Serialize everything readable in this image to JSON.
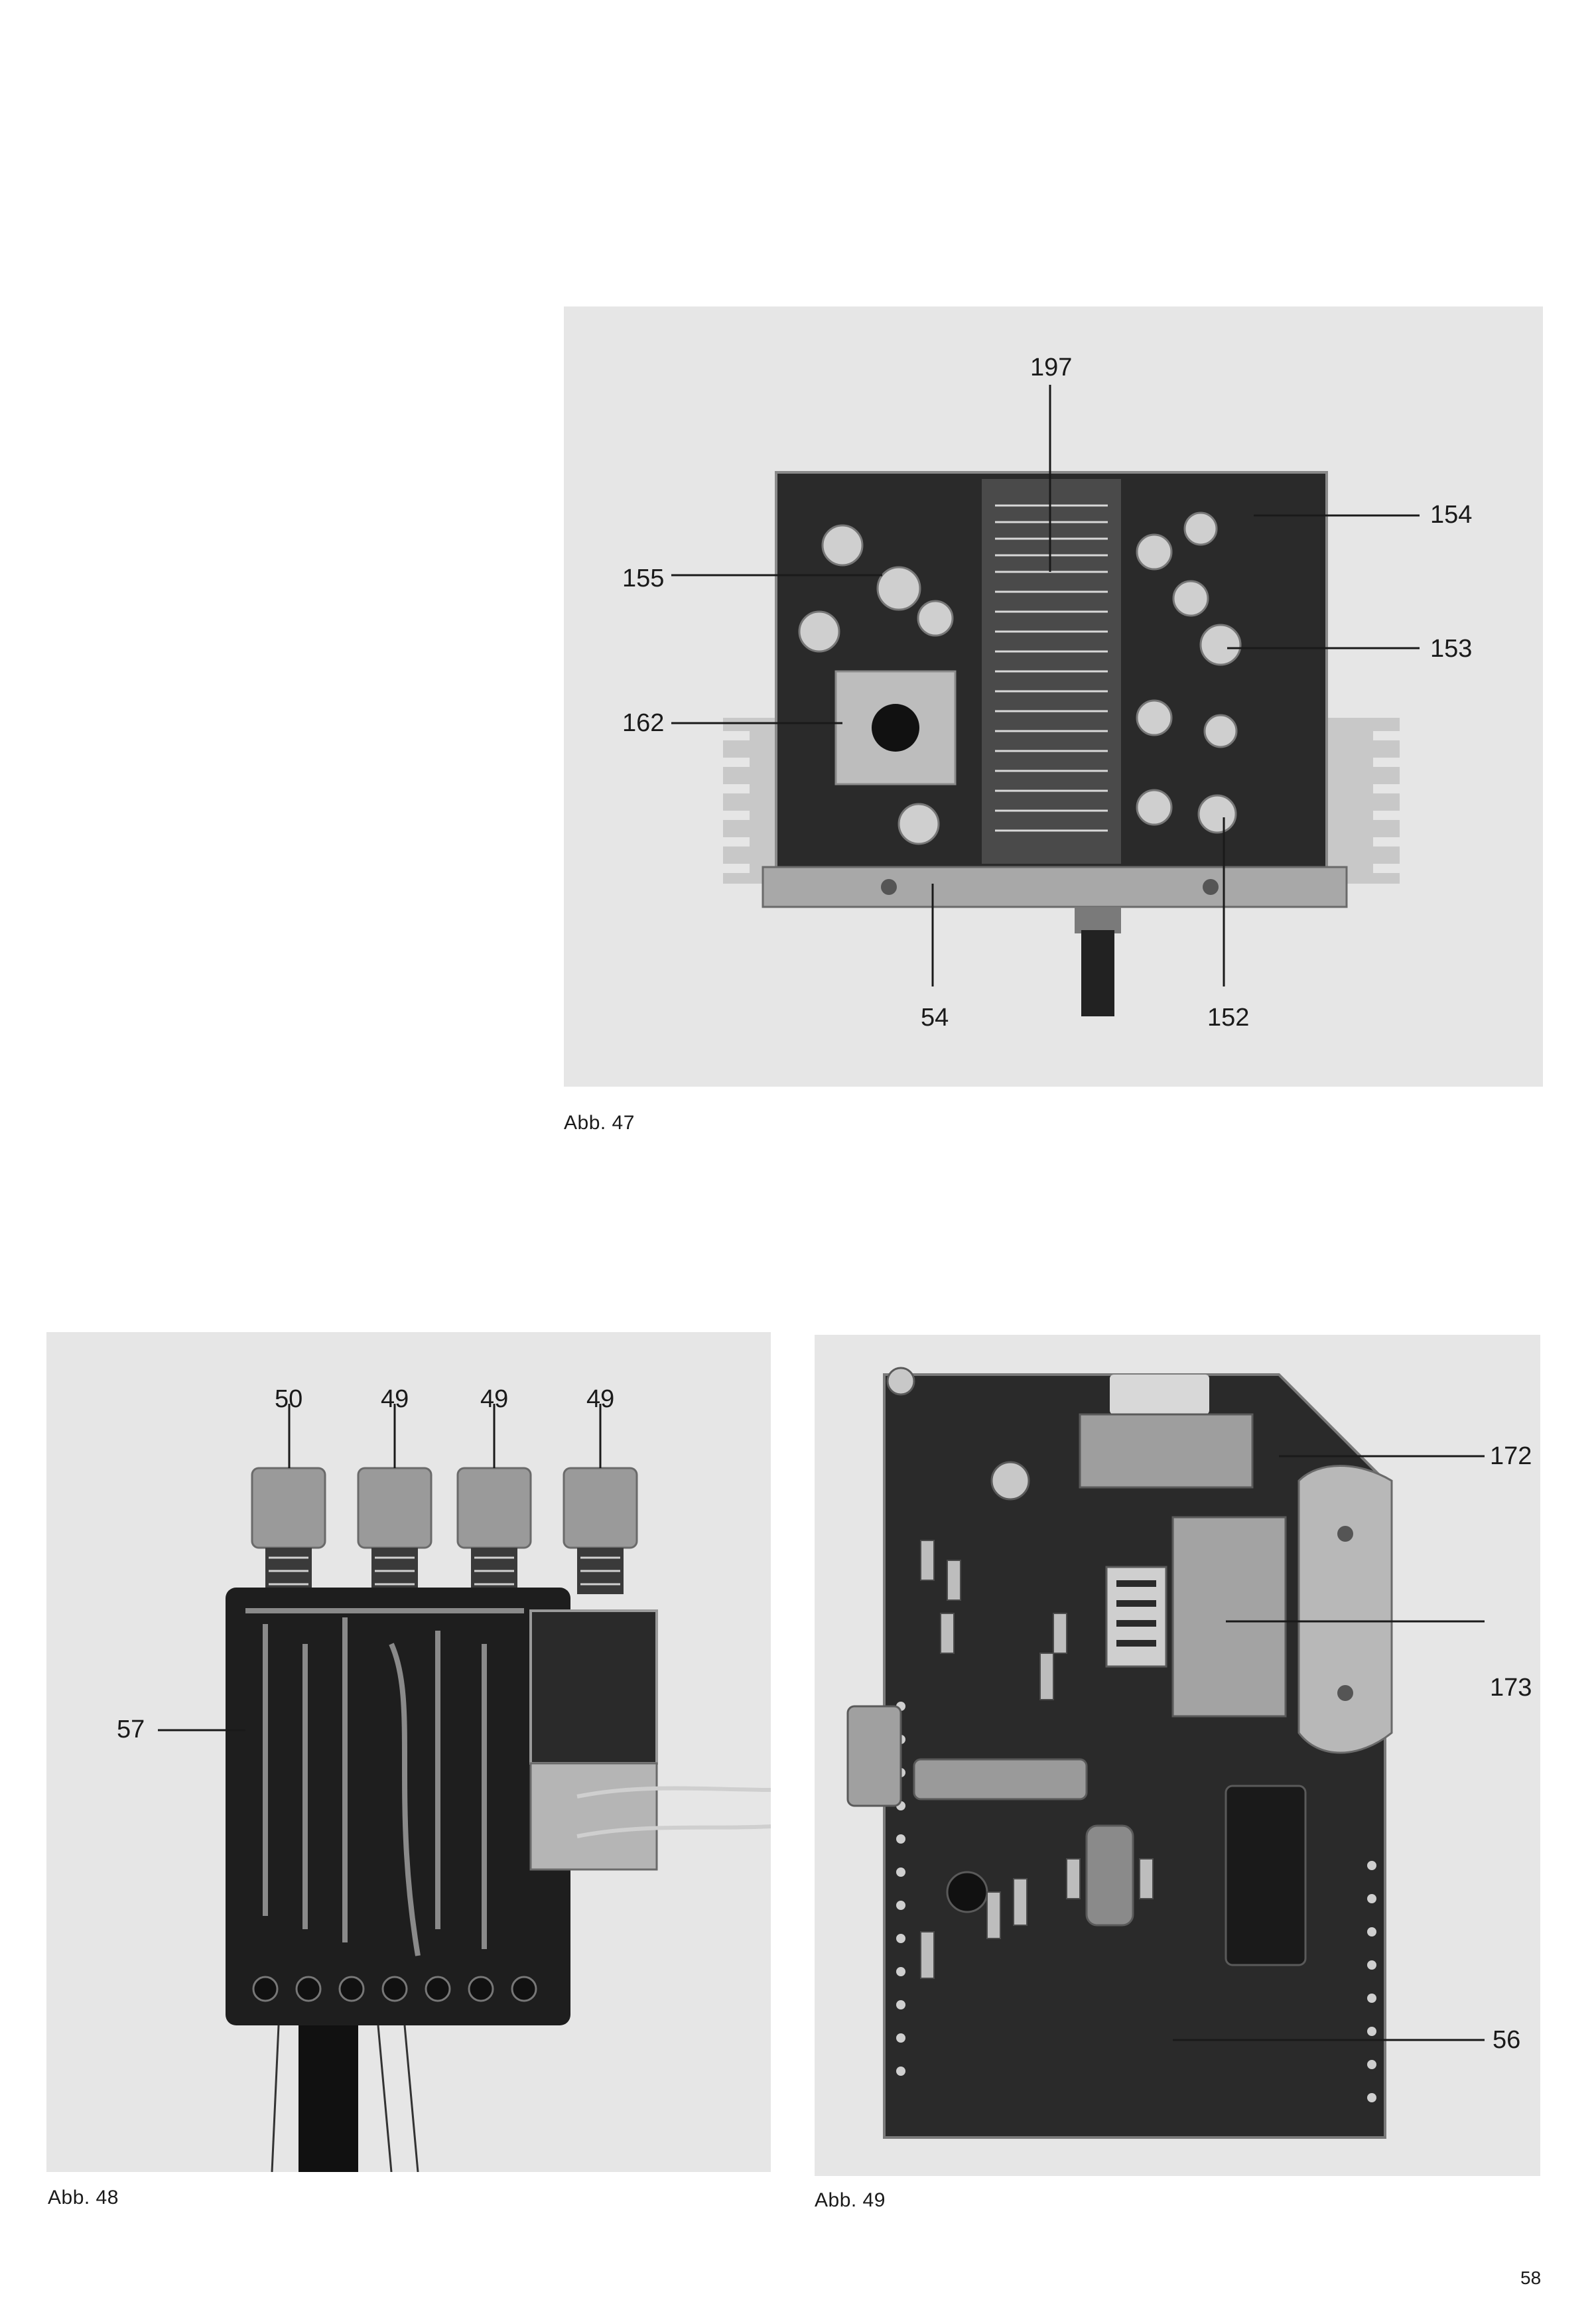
{
  "page": {
    "number": "58"
  },
  "figures": {
    "fig47": {
      "caption": "Abb. 47",
      "callouts": {
        "c197": "197",
        "c154": "154",
        "c155": "155",
        "c153": "153",
        "c162": "162",
        "c54": "54",
        "c152": "152"
      }
    },
    "fig48": {
      "caption": "Abb. 48",
      "callouts": {
        "c50": "50",
        "c49a": "49",
        "c49b": "49",
        "c49c": "49",
        "c57": "57"
      }
    },
    "fig49": {
      "caption": "Abb. 49",
      "callouts": {
        "c172": "172",
        "c173": "173",
        "c56": "56"
      }
    }
  }
}
